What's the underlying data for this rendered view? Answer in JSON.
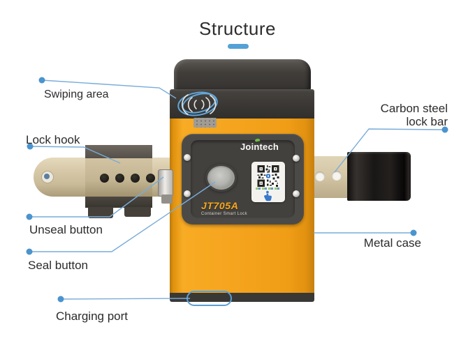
{
  "title": "Structure",
  "labels": {
    "swiping_area": "Swiping area",
    "lock_hook": "Lock hook",
    "unseal_button": "Unseal button",
    "seal_button": "Seal button",
    "charging_port": "Charging port",
    "carbon_steel_line1": "Carbon steel",
    "carbon_steel_line2": "lock bar",
    "metal_case": "Metal case"
  },
  "device": {
    "brand": "Jointech",
    "model": "JT705A",
    "model_subtitle": "Container Smart Lock"
  },
  "icons": {
    "swipe_marker": "rfid-swipe-icon",
    "qr": "qr-code",
    "touch": "touch-hand-icon",
    "title_dash": "accent-dash"
  },
  "colors": {
    "accent_blue": "#54a1d6",
    "leader_blue": "#79acd9",
    "body_orange": "#f4a31d",
    "cap_dark": "#3a3734",
    "panel_dark": "#4c4a47",
    "model_orange": "#f8a81e",
    "logo_green": "#6fbf3e"
  }
}
